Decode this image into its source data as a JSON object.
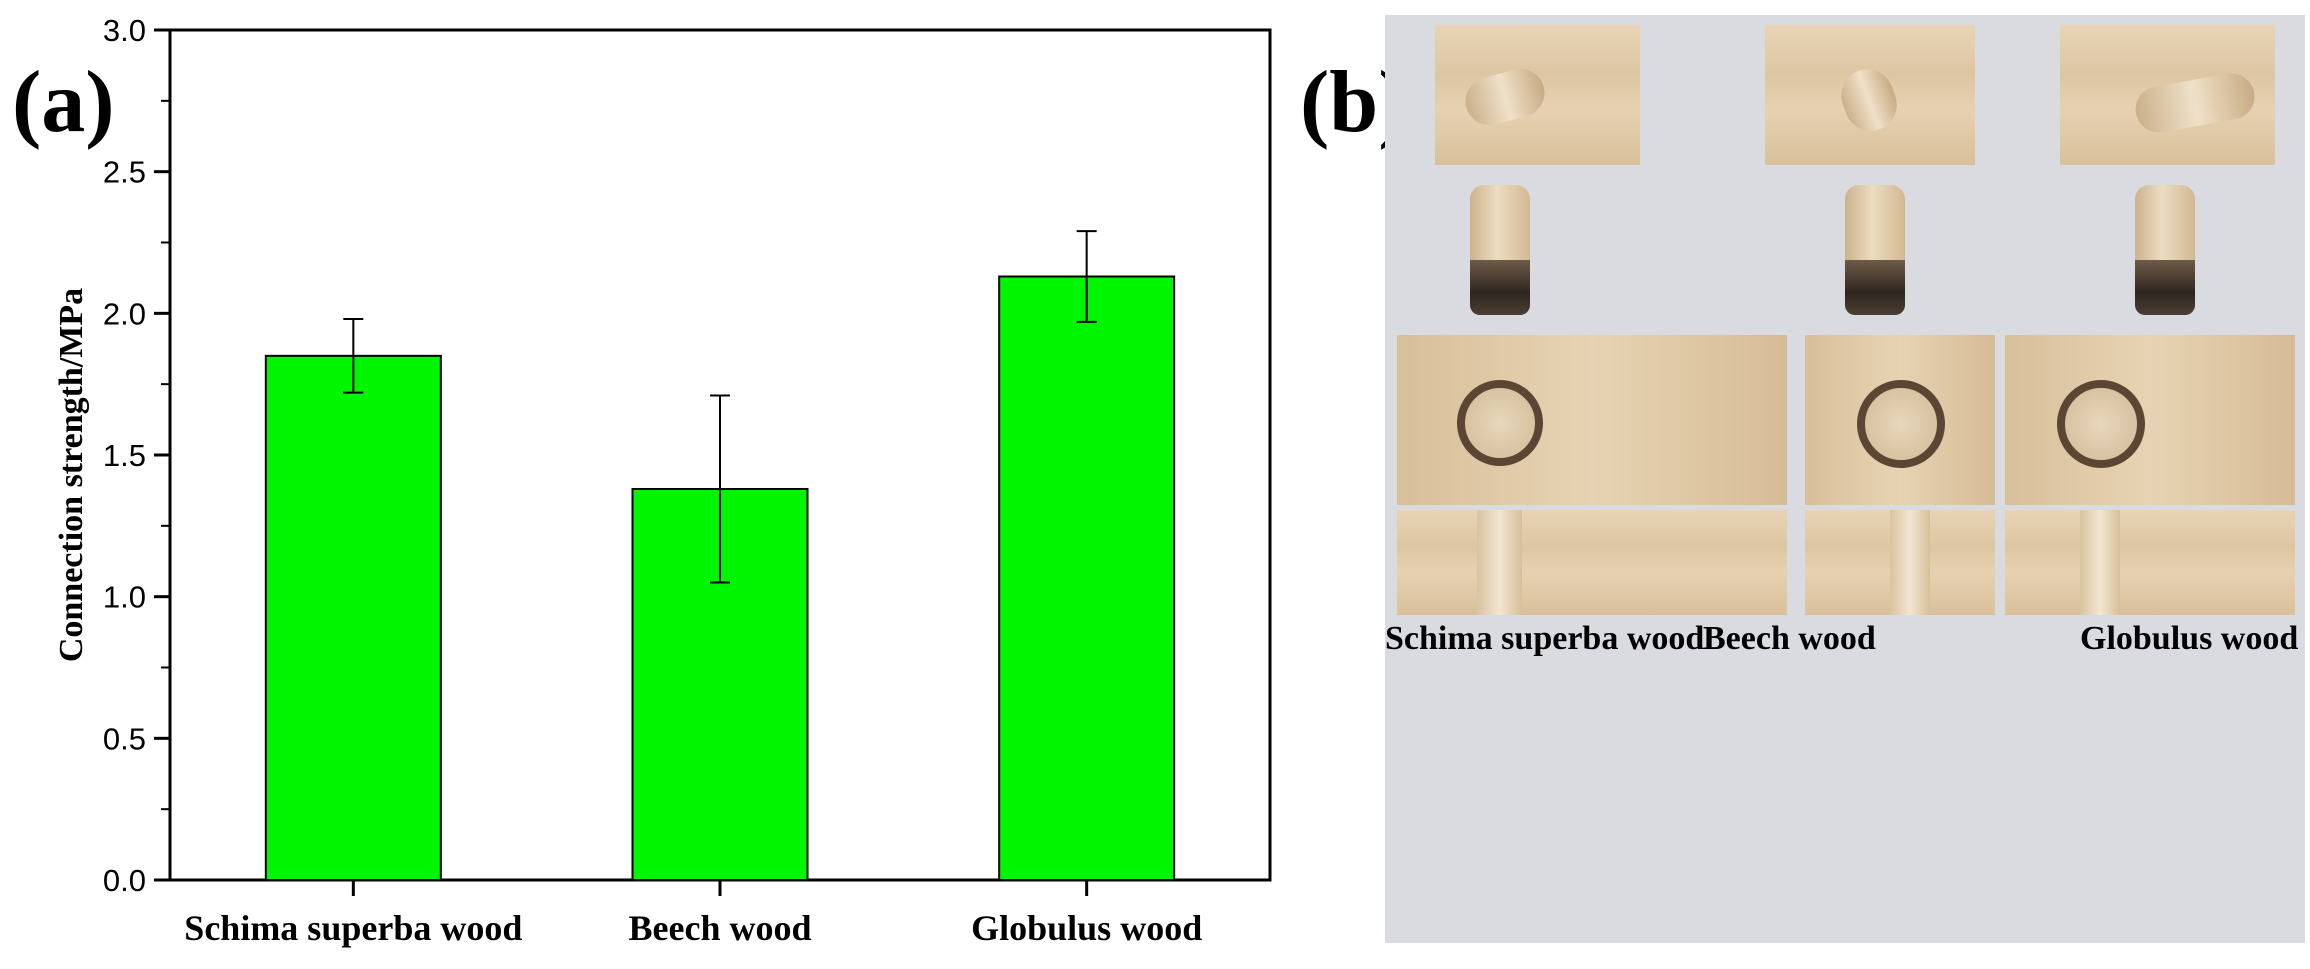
{
  "panel_a_label": "(a)",
  "panel_b_label": "(b)",
  "chart_data": {
    "type": "bar",
    "categories": [
      "Schima superba wood",
      "Beech wood",
      "Globulus wood"
    ],
    "values": [
      1.85,
      1.38,
      2.13
    ],
    "errors": [
      0.13,
      0.33,
      0.16
    ],
    "ylabel": "Connection strength/MPa",
    "xlabel": "",
    "ylim": [
      0,
      3.0
    ],
    "yticks": [
      "0.0",
      "0.5",
      "1.0",
      "1.5",
      "2.0",
      "2.5",
      "3.0"
    ],
    "bar_color": "#00f500",
    "grid": false,
    "legend": "none"
  },
  "photo": {
    "captions": [
      "Schima superba wood",
      "Beech wood",
      "Globulus wood"
    ]
  }
}
